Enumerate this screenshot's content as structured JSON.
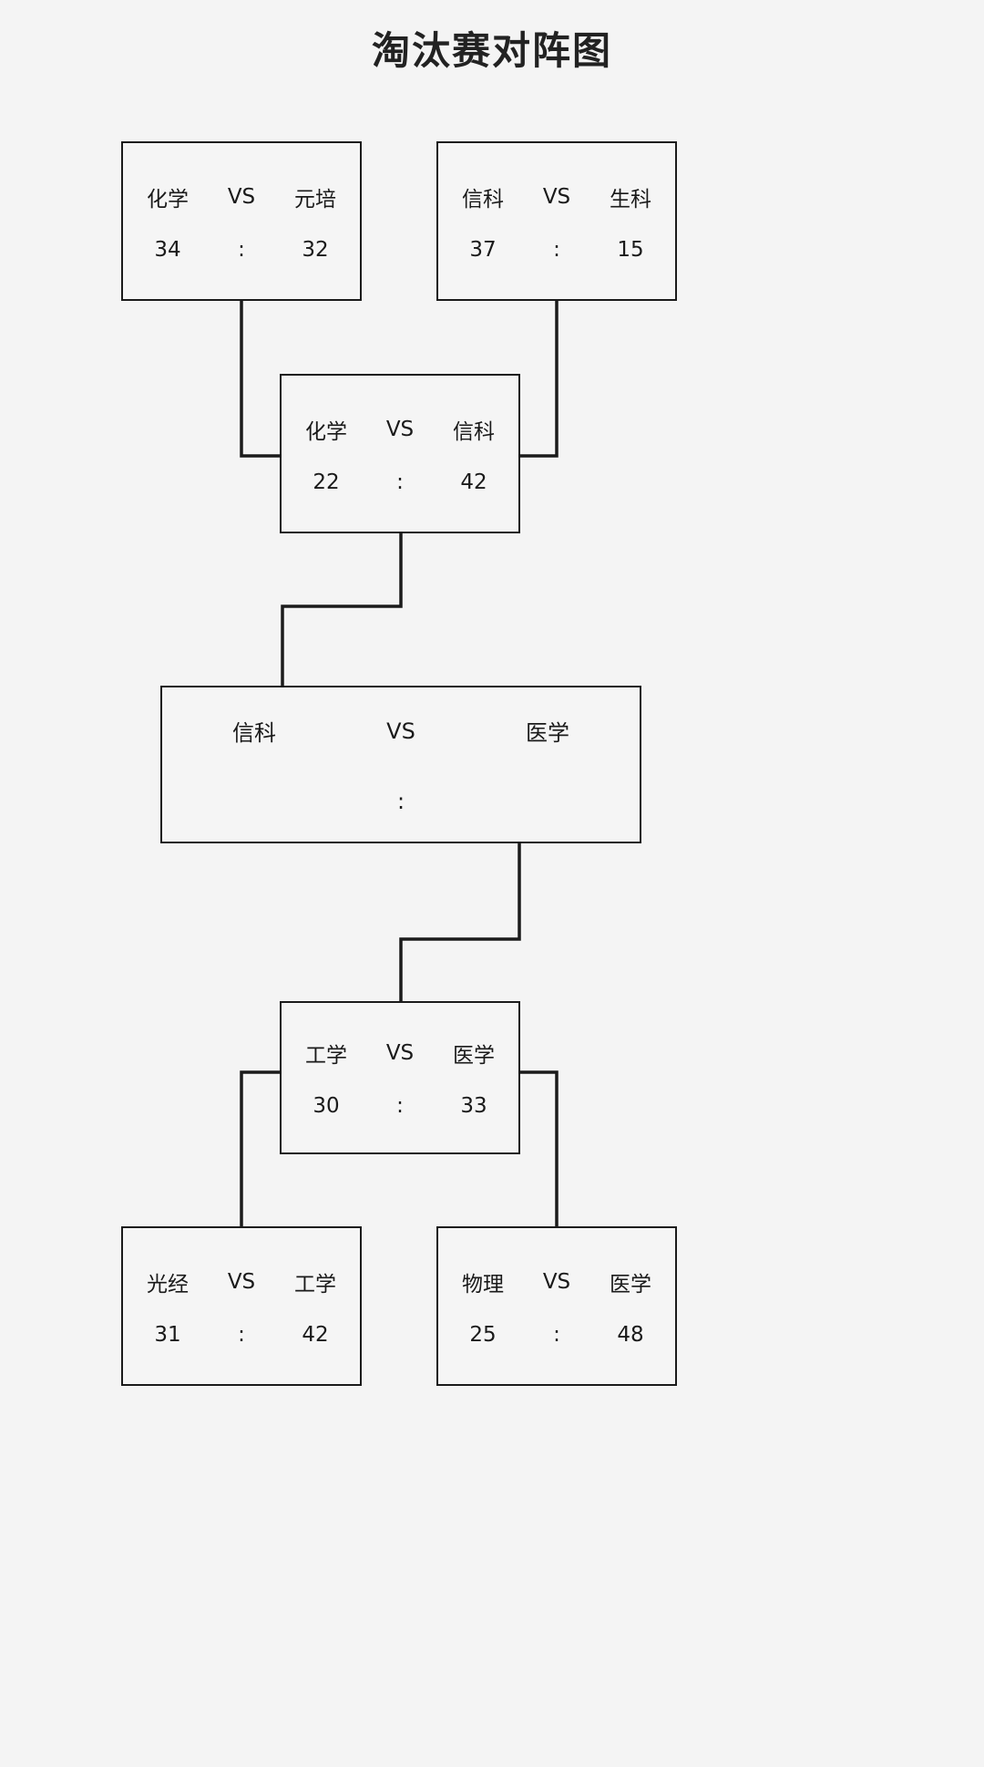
{
  "page": {
    "title": "淘汰赛对阵图",
    "background_color": "#f4f4f4",
    "box_fill_color": "#f5f5f5",
    "line_color": "#1b1b1b",
    "text_color": "#1a1a1a"
  },
  "bracket": {
    "vs_label": "VS",
    "score_separator": ":",
    "matches": [
      {
        "id": "qf-upper-left",
        "round": "quarterfinal",
        "left_team": "化学",
        "right_team": "元培",
        "left_score": "34",
        "right_score": "32",
        "winner": "化学"
      },
      {
        "id": "qf-upper-right",
        "round": "quarterfinal",
        "left_team": "信科",
        "right_team": "生科",
        "left_score": "37",
        "right_score": "15",
        "winner": "信科"
      },
      {
        "id": "sf-upper",
        "round": "semifinal",
        "left_team": "化学",
        "right_team": "信科",
        "left_score": "22",
        "right_score": "42",
        "winner": "信科"
      },
      {
        "id": "final",
        "round": "final",
        "left_team": "信科",
        "right_team": "医学",
        "left_score": "",
        "right_score": "",
        "winner": ""
      },
      {
        "id": "sf-lower",
        "round": "semifinal",
        "left_team": "工学",
        "right_team": "医学",
        "left_score": "30",
        "right_score": "33",
        "winner": "医学"
      },
      {
        "id": "qf-lower-left",
        "round": "quarterfinal",
        "left_team": "光经",
        "right_team": "工学",
        "left_score": "31",
        "right_score": "42",
        "winner": "工学"
      },
      {
        "id": "qf-lower-right",
        "round": "quarterfinal",
        "left_team": "物理",
        "right_team": "医学",
        "left_score": "25",
        "right_score": "48",
        "winner": "医学"
      }
    ]
  }
}
